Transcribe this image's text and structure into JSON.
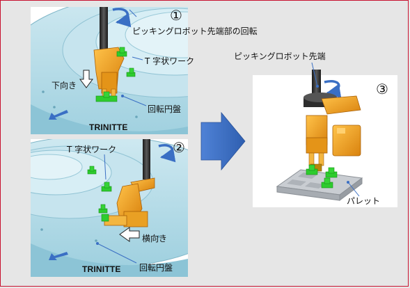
{
  "panel1": {
    "number": "①",
    "rotation_label": "ピッキングロボット先端部の回転",
    "workpiece_label": "T 字状ワーク",
    "direction_label": "下向き",
    "table_label": "回転円盤",
    "brand": "TRINITTE"
  },
  "panel2": {
    "number": "②",
    "workpiece_label": "T 字状ワーク",
    "direction_label": "横向き",
    "table_label": "回転円盤",
    "brand": "TRINITTE"
  },
  "panel3": {
    "number": "③",
    "tip_label": "ピッキングロボット先端",
    "pallet_label": "パレット"
  },
  "colors": {
    "disc": "#b9dce7",
    "disc_dark": "#8cc4d6",
    "robot_orange": "#f0a020",
    "workpiece_green": "#2ecc2e",
    "arrow_blue": "#3a6fc4",
    "frame_red": "#c8102e"
  }
}
